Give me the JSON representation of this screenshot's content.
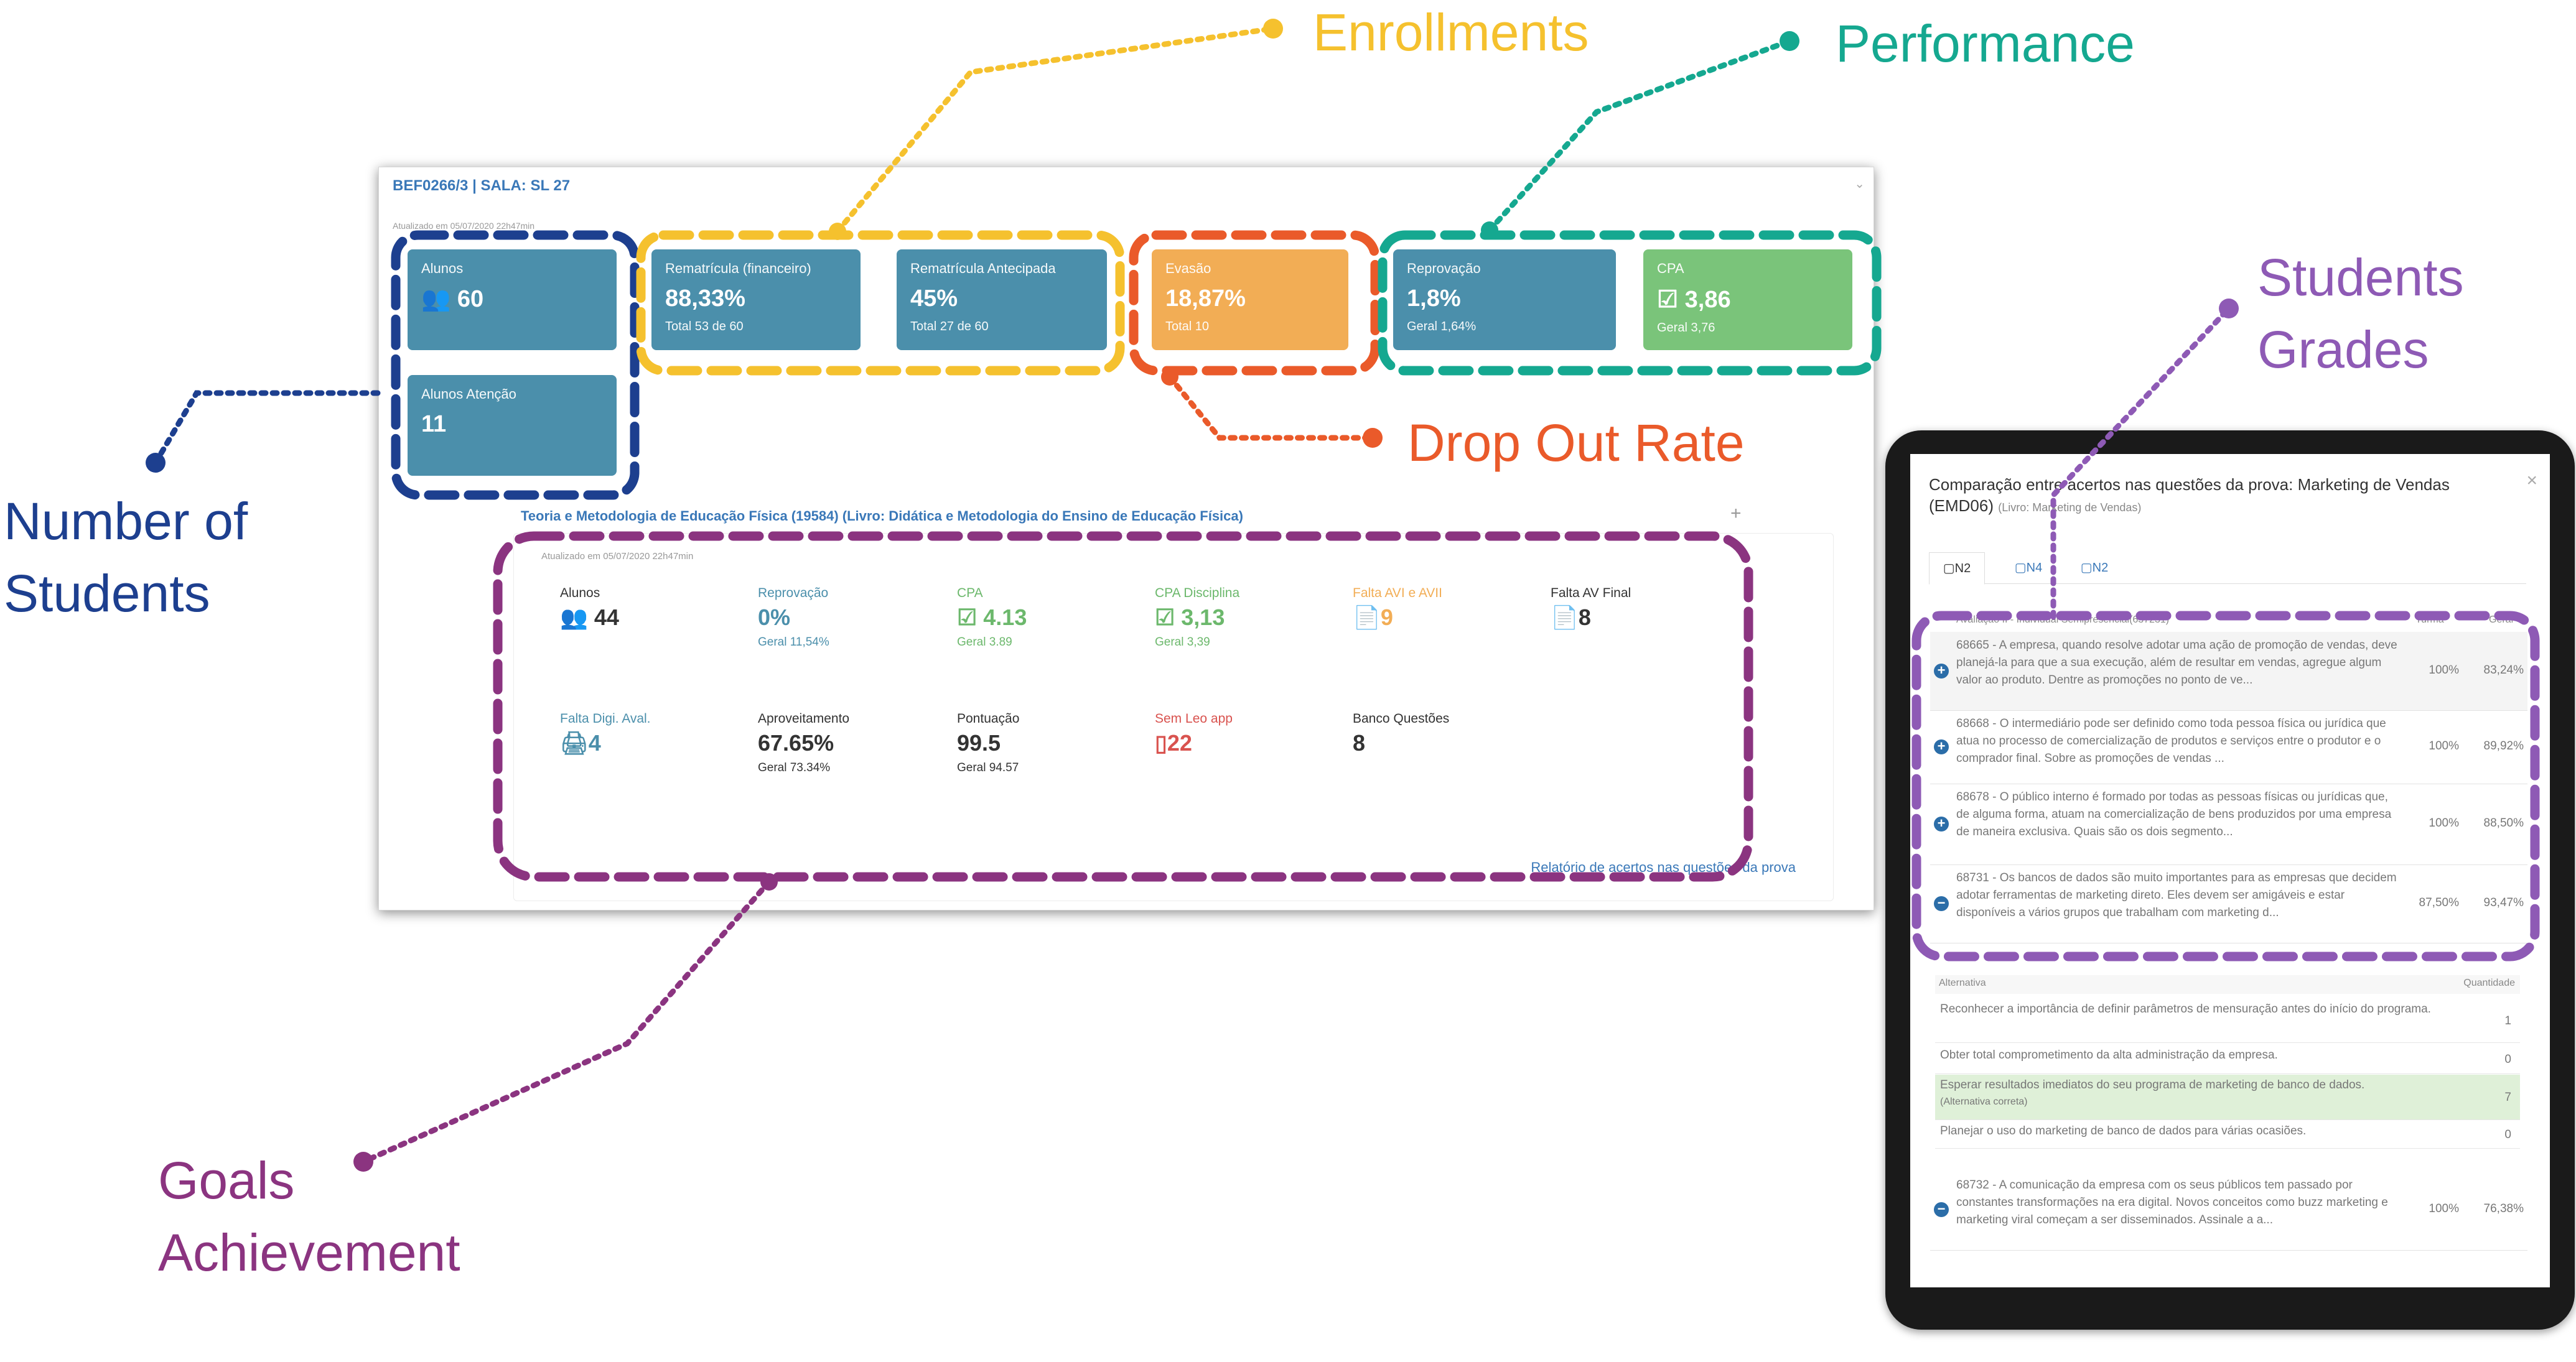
{
  "callouts": {
    "enrollments": "Enrollments",
    "performance": "Performance",
    "students_grades_1": "Students",
    "students_grades_2": "Grades",
    "number_of_students_1": "Number of",
    "number_of_students_2": "Students",
    "drop_out_rate": "Drop Out Rate",
    "goals_1": "Goals",
    "goals_2": "Achievement"
  },
  "colors": {
    "enrollments": "#f5c12e",
    "performance": "#15a890",
    "students_grades": "#8e5ab5",
    "number_of_students": "#1d3f8f",
    "drop_out_rate": "#ea5a2a",
    "goals": "#8b3480"
  },
  "dashboard": {
    "title": "BEF0266/3 | SALA: SL 27",
    "updated": "Atualizado em 05/07/2020 22h47min",
    "tiles": {
      "alunos": {
        "title": "Alunos",
        "value": "60"
      },
      "alunos_atencao": {
        "title": "Alunos Atenção",
        "value": "11"
      },
      "rematricula": {
        "title": "Rematrícula (financeiro)",
        "value": "88,33%",
        "sub": "Total 53 de 60"
      },
      "antecipada": {
        "title": "Rematrícula Antecipada",
        "value": "45%",
        "sub": "Total 27 de 60"
      },
      "evasao": {
        "title": "Evasão",
        "value": "18,87%",
        "sub": "Total 10"
      },
      "reprovacao": {
        "title": "Reprovação",
        "value": "1,8%",
        "sub": "Geral 1,64%"
      },
      "cpa": {
        "title": "CPA",
        "value": "3,86",
        "sub": "Geral 3,76"
      }
    },
    "course_title": "Teoria e Metodologia de Educação Física (19584) (Livro: Didática e Metodologia do Ensino de Educação Física)",
    "course_plus": "+",
    "course_updated": "Atualizado em 05/07/2020 22h47min",
    "metrics": {
      "alunos": {
        "title": "Alunos",
        "value": "44"
      },
      "reprovacao": {
        "title": "Reprovação",
        "value": "0%",
        "sub": "Geral 11,54%"
      },
      "cpa": {
        "title": "CPA",
        "value": "4.13",
        "sub": "Geral 3.89"
      },
      "cpa_disc": {
        "title": "CPA Disciplina",
        "value": "3,13",
        "sub": "Geral 3,39"
      },
      "falta_avi": {
        "title": "Falta AVI e AVII",
        "value": "9"
      },
      "falta_av_final": {
        "title": "Falta AV Final",
        "value": "8"
      },
      "falta_digi": {
        "title": "Falta Digi. Aval.",
        "value": "4"
      },
      "aproveitamento": {
        "title": "Aproveitamento",
        "value": "67.65%",
        "sub": "Geral 73.34%"
      },
      "pontuacao": {
        "title": "Pontuação",
        "value": "99.5",
        "sub": "Geral 94.57"
      },
      "sem_leo": {
        "title": "Sem Leo app",
        "value": "22"
      },
      "banco": {
        "title": "Banco Questões",
        "value": "8"
      }
    },
    "report_link": "Relatório de acertos nas questões da prova"
  },
  "tablet": {
    "title_main": "Comparação entre acertos nas questões da prova: Marketing de Vendas",
    "title_code": "(EMD06)",
    "title_book": "(Livro: Marketing de Vendas)",
    "close": "×",
    "tabs": [
      "N2",
      "N4",
      "N2"
    ],
    "header": {
      "label": "Avaliação II - Individual Semipresencial(637231)",
      "turma": "Turma",
      "geral": "Geral"
    },
    "questions": [
      {
        "text": "68665 - A empresa, quando resolve adotar uma ação de promoção de vendas, deve planejá-la para que a sua execução, além de resultar em vendas, agregue algum valor ao produto. Dentre as promoções no ponto de ve...",
        "turma": "100%",
        "geral": "83,24%",
        "icon": "+"
      },
      {
        "text": "68668 - O intermediário pode ser definido como toda pessoa física ou jurídica que atua no processo de comercialização de produtos e serviços entre o produtor e o comprador final. Sobre as promoções de vendas ...",
        "turma": "100%",
        "geral": "89,92%",
        "icon": "+"
      },
      {
        "text": "68678 - O público interno é formado por todas as pessoas físicas ou jurídicas que, de alguma forma, atuam na comercialização de bens produzidos por uma empresa de maneira exclusiva. Quais são os dois segmento...",
        "turma": "100%",
        "geral": "88,50%",
        "icon": "+"
      },
      {
        "text": "68731 - Os bancos de dados são muito importantes para as empresas que decidem adotar ferramentas de marketing direto. Eles devem ser amigáveis e estar disponíveis a vários grupos que trabalham com marketing d...",
        "turma": "87,50%",
        "geral": "93,47%",
        "icon": "−"
      }
    ],
    "alt_header": {
      "label": "Alternativa",
      "qty": "Quantidade"
    },
    "alternatives": [
      {
        "text": "Reconhecer a importância de definir parâmetros de mensuração antes do início do programa.",
        "qty": "1",
        "correct": false
      },
      {
        "text": "Obter total comprometimento da alta administração da empresa.",
        "qty": "0",
        "correct": false
      },
      {
        "text": "Esperar resultados imediatos do seu programa de marketing de banco de dados.",
        "note": "(Alternativa correta)",
        "qty": "7",
        "correct": true
      },
      {
        "text": "Planejar o uso do marketing de banco de dados para várias ocasiões.",
        "qty": "0",
        "correct": false
      }
    ],
    "last_question": {
      "text": "68732 - A comunicação da empresa com os seus públicos tem passado por constantes transformações na era digital. Novos conceitos como buzz marketing e marketing viral começam a ser disseminados. Assinale a a...",
      "turma": "100%",
      "geral": "76,38%",
      "icon": "−"
    }
  }
}
